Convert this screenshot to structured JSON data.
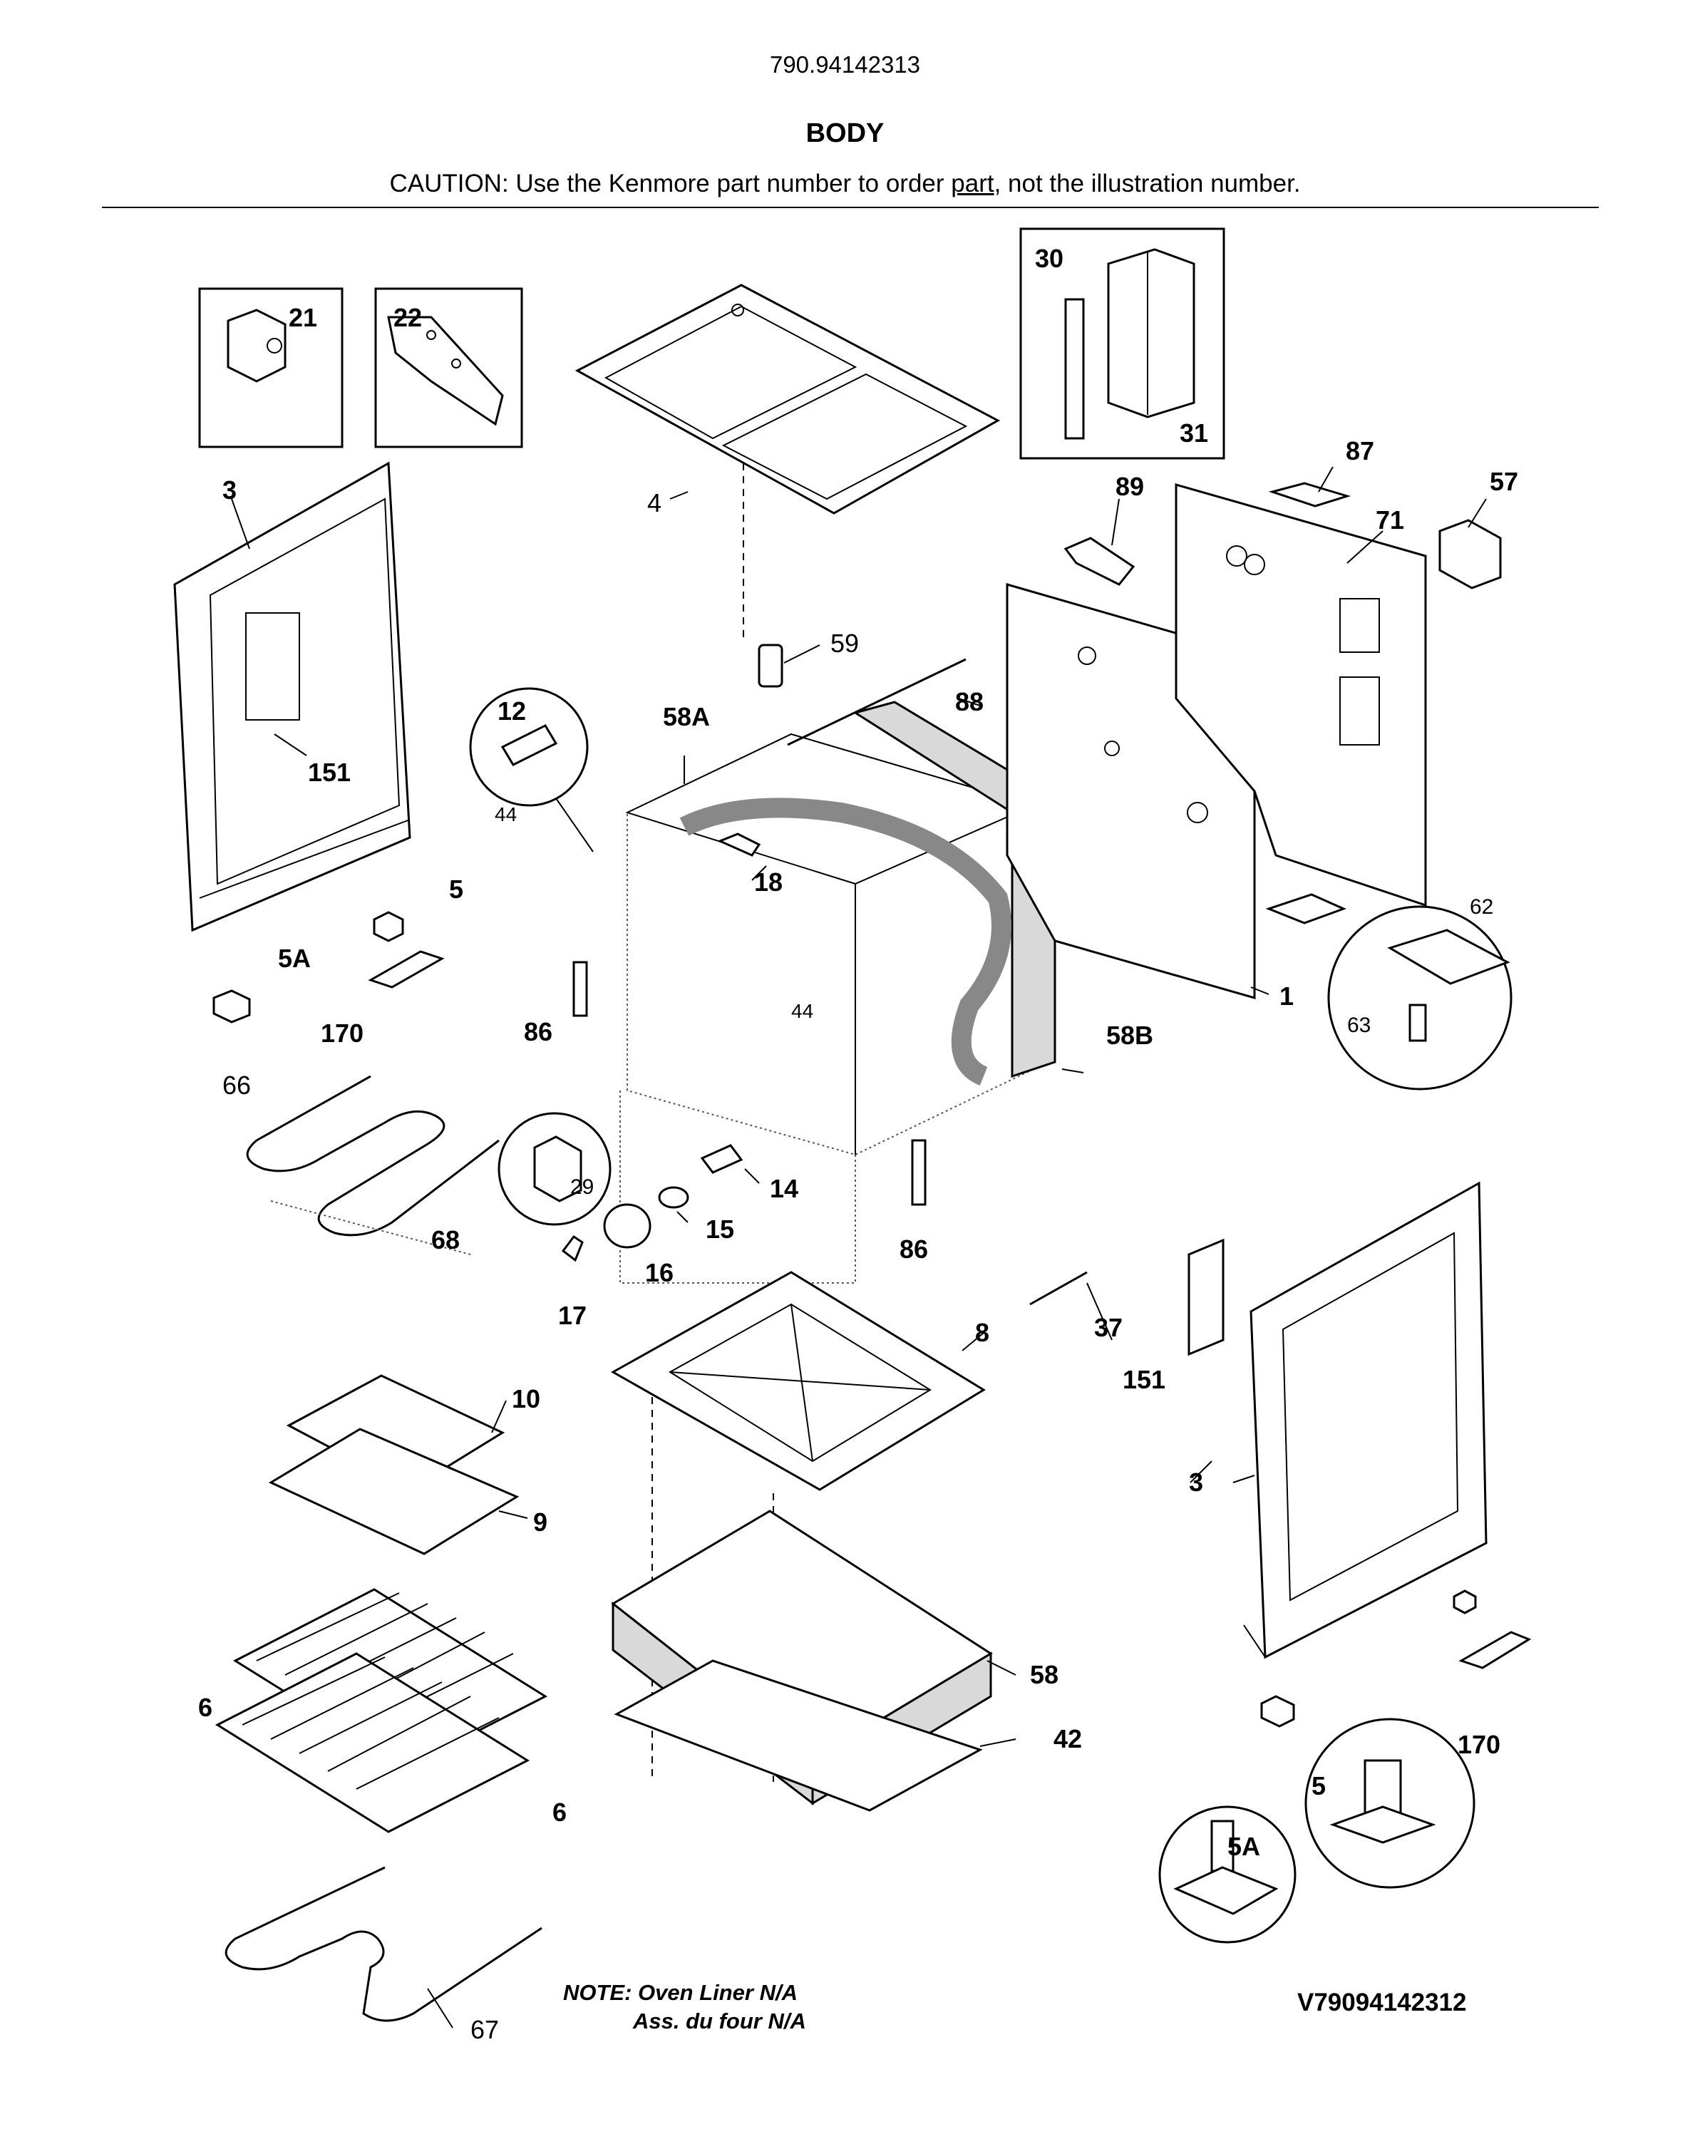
{
  "header": {
    "model": "790.94142313",
    "title": "BODY",
    "caution_before": "CAUTION: Use the Kenmore part number to order ",
    "caution_underlined": "part",
    "caution_after": ", not the illustration number."
  },
  "labels": {
    "p21": "21",
    "p22": "22",
    "p30": "30",
    "p31": "31",
    "p3_left": "3",
    "p4": "4",
    "p87": "87",
    "p57": "57",
    "p89": "89",
    "p71": "71",
    "p59": "59",
    "p88": "88",
    "p12": "12",
    "p58A": "58A",
    "p151_left": "151",
    "p44_left": "44",
    "p18": "18",
    "p5_left": "5",
    "p5A_left": "5A",
    "p170_left": "170",
    "p86_left": "86",
    "p44_right": "44",
    "p58B": "58B",
    "p1": "1",
    "p62": "62",
    "p63": "63",
    "p66": "66",
    "p29": "29",
    "p14": "14",
    "p15": "15",
    "p68": "68",
    "p16": "16",
    "p86_right": "86",
    "p17": "17",
    "p37": "37",
    "p8": "8",
    "p151_right": "151",
    "p10": "10",
    "p9": "9",
    "p3_right": "3",
    "p58": "58",
    "p42": "42",
    "p6_upper": "6",
    "p6_lower": "6",
    "p170_right": "170",
    "p5_right": "5",
    "p5A_right": "5A",
    "p67": "67"
  },
  "footer": {
    "note_line1": "NOTE: Oven Liner N/A",
    "note_line2": "Ass. du four N/A",
    "reference": "V79094142312"
  }
}
